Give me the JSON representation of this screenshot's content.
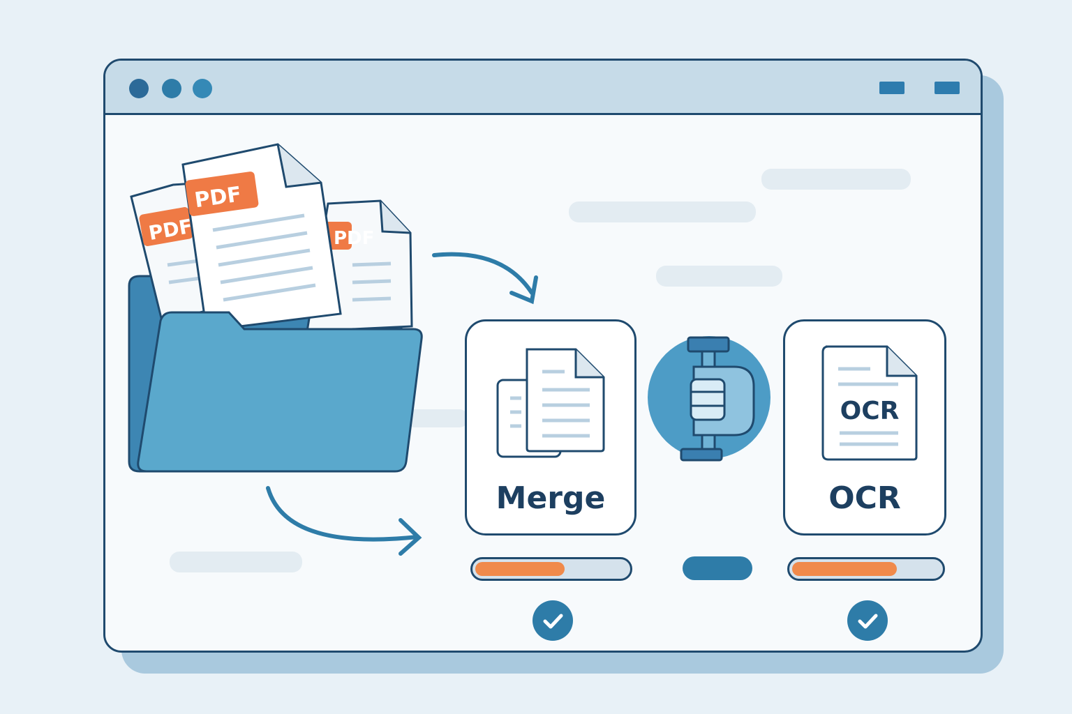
{
  "window": {
    "controls": [
      "close-dot",
      "minimize-dot",
      "maximize-dot"
    ]
  },
  "files": {
    "badges": [
      "PDF",
      "PDF",
      "PDF"
    ]
  },
  "tools": {
    "merge": {
      "label": "Merge",
      "progress": 0.6,
      "status": "done"
    },
    "compress": {
      "icon": "clamp-icon"
    },
    "ocr": {
      "label": "OCR",
      "icon_text": "OCR",
      "progress": 0.72,
      "status": "done"
    }
  },
  "colors": {
    "outline": "#1f4a6e",
    "accent_blue": "#2e7ca8",
    "folder_blue": "#5aa8cc",
    "pdf_orange": "#ef7a45",
    "progress_orange": "#f08a4b"
  }
}
